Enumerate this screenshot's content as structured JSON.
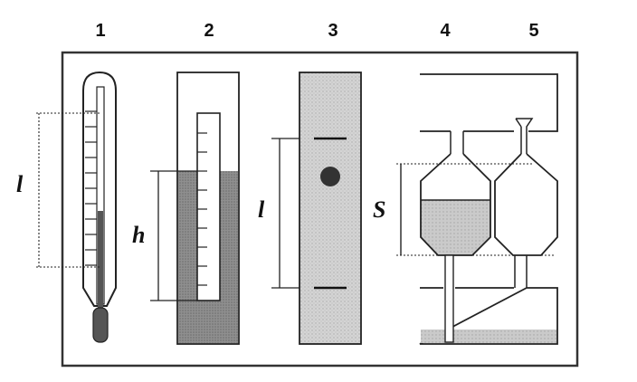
{
  "labels": {
    "numbers": [
      "1",
      "2",
      "3",
      "4",
      "5"
    ],
    "thermometer_symbol": "l",
    "height_symbol": "h",
    "strip_symbol": "l",
    "hourglass_symbol": "S"
  },
  "colors": {
    "outline": "#222222",
    "frame": "#333333",
    "liquid_dark": "#8a8a8a",
    "liquid_light": "#c4c4c4",
    "panel_speckle": "#d4d4d4",
    "mercury": "#555555",
    "background": "#ffffff"
  }
}
